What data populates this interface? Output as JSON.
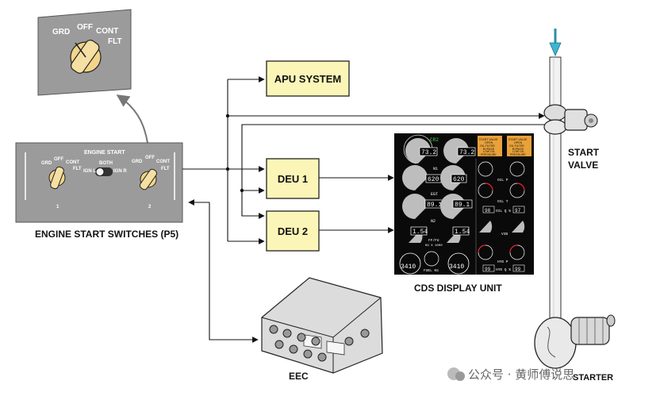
{
  "knob_labels": {
    "grd": "GRD",
    "off": "OFF",
    "cont": "CONT",
    "flt": "FLT"
  },
  "panel": {
    "title": "ENGINE START",
    "both": "BOTH",
    "ign_l": "IGN L",
    "ign_r": "IGN R",
    "num1": "1",
    "num2": "2",
    "caption": "ENGINE START SWITCHES (P5)"
  },
  "boxes": {
    "apu": "APU SYSTEM",
    "deu1": "DEU 1",
    "deu2": "DEU 2"
  },
  "labels": {
    "start_valve": [
      "START",
      "VALVE"
    ],
    "cds": "CDS DISPLAY UNIT",
    "eec": "EEC",
    "starter": "STARTER"
  },
  "display": {
    "header": "CR2",
    "n1_left": "73.2",
    "n1_right": "73.2",
    "n1_label": "N1",
    "egt_left": "620",
    "egt_right": "620",
    "egt_label": "EGT",
    "n2_left": "89.1",
    "n2_right": "89.1",
    "n2_label": "N2",
    "ff_left": "1.54",
    "ff_right": "1.54",
    "ff_label": "FF/FU",
    "ff_sub": "KG X 1000",
    "fuel_left": "3410",
    "fuel_right": "3410",
    "fuel_label": "FUEL KG",
    "warn_left": [
      "START VALVE",
      "OPEN",
      "OIL FILTER",
      "BYPASS",
      "LOW OIL",
      "PRESSURE"
    ],
    "warn_right": [
      "START VALVE",
      "OPEN",
      "OIL FILTER",
      "BYPASS",
      "LOW OIL",
      "PRESSURE"
    ],
    "oil_p": "OIL P",
    "oil_t": "OIL T",
    "oil_q_l": "98",
    "oil_q_r": "97",
    "oil_q": "OIL Q %",
    "vib": "VIB",
    "hyd_p": "HYD P",
    "hyd_q_l": "99",
    "hyd_q_r": "99",
    "hyd_q": "HYD Q %"
  },
  "watermark": "公众号 · 黄师傅说思"
}
